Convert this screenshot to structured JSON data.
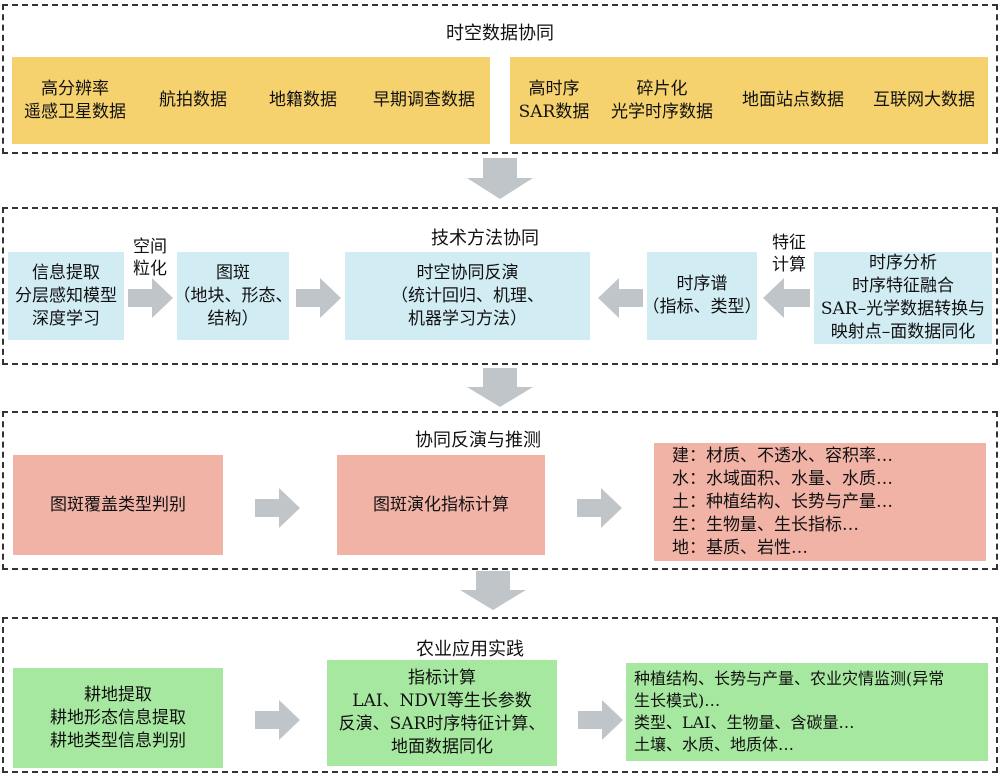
{
  "colors": {
    "data_bg": "#f6d26e",
    "method_bg": "#d2ecf4",
    "inversion_bg": "#f2b3a7",
    "practice_bg": "#a7e8a0",
    "arrow": "#bfc5c9"
  },
  "data_section": {
    "title": "时空数据协同",
    "left_group": [
      {
        "lines": [
          "高分辨率",
          "遥感卫星数据"
        ]
      },
      {
        "lines": [
          "航拍数据"
        ]
      },
      {
        "lines": [
          "地籍数据"
        ]
      },
      {
        "lines": [
          "早期调查数据"
        ]
      }
    ],
    "right_group": [
      {
        "lines": [
          "高时序",
          "SAR数据"
        ]
      },
      {
        "lines": [
          "碎片化",
          "光学时序数据"
        ]
      },
      {
        "lines": [
          "地面站点数据"
        ]
      },
      {
        "lines": [
          "互联网大数据"
        ]
      }
    ]
  },
  "method_section": {
    "title": "技术方法协同",
    "info_box": [
      "信息提取",
      "分层感知模型",
      "深度学习"
    ],
    "spatial_label": [
      "空间",
      "粒化"
    ],
    "patch_box": [
      "图斑",
      "（地块、形态、",
      "结构）"
    ],
    "inversion_box": [
      "时空协同反演",
      "（统计回归、机理、",
      "机器学习方法）"
    ],
    "spectrum_box": [
      "时序谱",
      "（指标、类型）"
    ],
    "feature_label": [
      "特征",
      "计算"
    ],
    "fusion_box": [
      "时序分析",
      "时序特征融合",
      "SAR–光学数据转换与",
      "映射点–面数据同化"
    ]
  },
  "inference_section": {
    "title": "协同反演与推测",
    "cover_box": "图斑覆盖类型判别",
    "index_box": "图斑演化指标计算",
    "list": [
      "建：材质、不透水、容积率…",
      "水：水域面积、水量、水质…",
      "土：种植结构、长势与产量…",
      "生：生物量、生长指标…",
      "地：基质、岩性…"
    ]
  },
  "practice_section": {
    "title": "农业应用实践",
    "farmland_box": [
      "耕地提取",
      "耕地形态信息提取",
      "耕地类型信息判别"
    ],
    "index_box": [
      "指标计算",
      "LAI、NDVI等生长参数",
      "反演、SAR时序特征计算、",
      "地面数据同化"
    ],
    "result_box": [
      "种植结构、长势与产量、农业灾情监测(异常",
      "生长模式)…",
      "类型、LAI、生物量、含碳量…",
      "土壤、水质、地质体…"
    ]
  }
}
